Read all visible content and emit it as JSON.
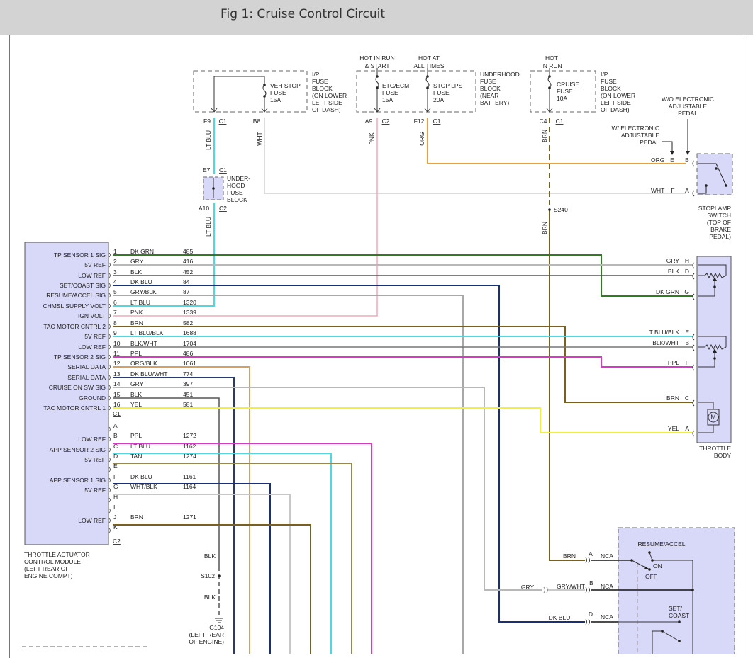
{
  "header": {
    "title": "Fig 1: Cruise Control Circuit"
  },
  "colors": {
    "DK GRN": "#2e7d1e",
    "GRY": "#b8b8b8",
    "BLK": "#555555",
    "DK BLU": "#1a2f7a",
    "GRY/BLK": "#a8a8a8",
    "LT BLU": "#4fd8e0",
    "PNK": "#f0a8b8",
    "BRN": "#7a6020",
    "LT BLU/BLK": "#4fd8e0",
    "BLK/WHT": "#777777",
    "PPL": "#d838c8",
    "ORG/BLK": "#d8a060",
    "DK BLU/WHT": "#2a3a70",
    "YEL": "#f0f040",
    "TAN": "#988850",
    "WHT/BLK": "#c8c8c8",
    "ORG": "#e8a040",
    "WHT": "#d0d0d0",
    "component_fill": "#d8d8f8"
  },
  "fuse_blocks": [
    {
      "name": "I/P FUSE BLOCK",
      "label": [
        "I/P",
        "FUSE",
        "BLOCK",
        "(ON LOWER",
        "LEFT SIDE",
        "OF DASH)"
      ],
      "fuses": [
        {
          "label": [
            "VEH STOP",
            "FUSE",
            "15A"
          ]
        }
      ],
      "pins": [
        {
          "pin": "F9",
          "conn": "C1"
        },
        {
          "pin": "B8",
          "conn": ""
        }
      ]
    },
    {
      "name": "UNDERHOOD FUSE BLOCK",
      "label": [
        "UNDERHOOD",
        "FUSE",
        "BLOCK",
        "(NEAR",
        "BATTERY)"
      ],
      "fuses": [
        {
          "hot": [
            "HOT IN RUN",
            "& START"
          ],
          "label": [
            "ETC/ECM",
            "FUSE",
            "15A"
          ]
        },
        {
          "hot": [
            "HOT AT",
            "ALL TIMES"
          ],
          "label": [
            "STOP LPS",
            "FUSE",
            "20A"
          ]
        }
      ],
      "pins": [
        {
          "pin": "A9",
          "conn": "C2"
        },
        {
          "pin": "F12",
          "conn": "C1"
        }
      ]
    },
    {
      "name": "I/P FUSE BLOCK 2",
      "label": [
        "I/P",
        "FUSE",
        "BLOCK",
        "(ON LOWER",
        "LEFT SIDE",
        "OF DASH)"
      ],
      "fuses": [
        {
          "hot": [
            "HOT",
            "IN RUN"
          ],
          "label": [
            "CRUISE",
            "FUSE",
            "10A"
          ]
        }
      ],
      "pins": [
        {
          "pin": "C4",
          "conn": "C1"
        }
      ]
    }
  ],
  "underhood_block_small": {
    "label": [
      "UNDER-",
      "HOOD",
      "FUSE",
      "BLOCK"
    ],
    "top_pin": "E7",
    "top_conn": "C1",
    "bottom_pin": "A10",
    "bottom_conn": "C2"
  },
  "vertical_wire_labels": {
    "lt_blu_top": "LT BLU",
    "wht": "WHT",
    "pnk": "PNK",
    "org": "ORG",
    "brn_top": "BRN",
    "lt_blu_bottom": "LT BLU",
    "brn_bottom": "BRN"
  },
  "splices": {
    "s240": "S240",
    "s102": "S102",
    "g104": [
      "G104",
      "(LEFT REAR",
      "OF ENGINE)"
    ],
    "blk1": "BLK",
    "blk2": "BLK"
  },
  "pedal_notes": {
    "wo": [
      "W/O ELECTRONIC",
      "ADJUSTABLE",
      "PEDAL"
    ],
    "w": [
      "W/ ELECTRONIC",
      "ADJUSTABLE",
      "PEDAL"
    ]
  },
  "stoplamp_switch": {
    "label": [
      "STOPLAMP",
      "SWITCH",
      "(TOP OF",
      "BRAKE",
      "PEDAL)"
    ],
    "wires": [
      {
        "color": "ORG",
        "pin_w": "E",
        "pin_wo": "B"
      },
      {
        "color": "WHT",
        "pin_w": "F",
        "pin_wo": "A"
      }
    ]
  },
  "tacm": {
    "label": [
      "THROTTLE ACTUATOR",
      "CONTROL MODULE",
      "(LEFT REAR OF",
      "ENGINE COMPT)"
    ],
    "c1_label": "C1",
    "c2_label": "C2",
    "c1": [
      {
        "pin": "1",
        "func": "TP SENSOR 1 SIG",
        "color": "DK GRN",
        "circuit": "485"
      },
      {
        "pin": "2",
        "func": "5V REF",
        "color": "GRY",
        "circuit": "416"
      },
      {
        "pin": "3",
        "func": "LOW REF",
        "color": "BLK",
        "circuit": "452"
      },
      {
        "pin": "4",
        "func": "SET/COAST SIG",
        "color": "DK BLU",
        "circuit": "84"
      },
      {
        "pin": "5",
        "func": "RESUME/ACCEL SIG",
        "color": "GRY/BLK",
        "circuit": "87"
      },
      {
        "pin": "6",
        "func": "CHMSL SUPPLY VOLT",
        "color": "LT BLU",
        "circuit": "1320"
      },
      {
        "pin": "7",
        "func": "IGN VOLT",
        "color": "PNK",
        "circuit": "1339"
      },
      {
        "pin": "8",
        "func": "TAC MOTOR CNTRL 2",
        "color": "BRN",
        "circuit": "582"
      },
      {
        "pin": "9",
        "func": "5V REF",
        "color": "LT BLU/BLK",
        "circuit": "1688"
      },
      {
        "pin": "10",
        "func": "LOW REF",
        "color": "BLK/WHT",
        "circuit": "1704"
      },
      {
        "pin": "11",
        "func": "TP SENSOR 2 SIG",
        "color": "PPL",
        "circuit": "486"
      },
      {
        "pin": "12",
        "func": "SERIAL DATA",
        "color": "ORG/BLK",
        "circuit": "1061"
      },
      {
        "pin": "13",
        "func": "SERIAL DATA",
        "color": "DK BLU/WHT",
        "circuit": "774"
      },
      {
        "pin": "14",
        "func": "CRUISE ON SW SIG",
        "color": "GRY",
        "circuit": "397"
      },
      {
        "pin": "15",
        "func": "GROUND",
        "color": "BLK",
        "circuit": "451"
      },
      {
        "pin": "16",
        "func": "TAC MOTOR CNTRL 1",
        "color": "YEL",
        "circuit": "581"
      }
    ],
    "c2": [
      {
        "pin": "A",
        "func": "",
        "color": "",
        "circuit": ""
      },
      {
        "pin": "B",
        "func": "LOW REF",
        "color": "PPL",
        "circuit": "1272"
      },
      {
        "pin": "C",
        "func": "APP SENSOR 2 SIG",
        "color": "LT BLU",
        "circuit": "1162"
      },
      {
        "pin": "D",
        "func": "5V REF",
        "color": "TAN",
        "circuit": "1274"
      },
      {
        "pin": "E",
        "func": "",
        "color": "",
        "circuit": ""
      },
      {
        "pin": "F",
        "func": "APP SENSOR 1 SIG",
        "color": "DK BLU",
        "circuit": "1161"
      },
      {
        "pin": "G",
        "func": "5V REF",
        "color": "WHT/BLK",
        "circuit": "1164"
      },
      {
        "pin": "H",
        "func": "",
        "color": "",
        "circuit": ""
      },
      {
        "pin": "I",
        "func": "",
        "color": "",
        "circuit": ""
      },
      {
        "pin": "J",
        "func": "LOW REF",
        "color": "BRN",
        "circuit": "1271"
      },
      {
        "pin": "K",
        "func": "",
        "color": "",
        "circuit": ""
      }
    ]
  },
  "throttle_body": {
    "label": [
      "THROTTLE",
      "BODY"
    ],
    "pins": [
      {
        "color": "GRY",
        "pin": "H"
      },
      {
        "color": "BLK",
        "pin": "D"
      },
      {
        "color": "DK GRN",
        "pin": "G"
      },
      {
        "color": "LT BLU/BLK",
        "pin": "E"
      },
      {
        "color": "BLK/WHT",
        "pin": "B"
      },
      {
        "color": "PPL",
        "pin": "F"
      },
      {
        "color": "BRN",
        "pin": "C"
      },
      {
        "color": "YEL",
        "pin": "A"
      }
    ],
    "motor": "M"
  },
  "cruise_switch": {
    "labels": {
      "resume": "RESUME/ACCEL",
      "on": "ON",
      "off": "OFF",
      "set": [
        "SET/",
        "COAST"
      ]
    },
    "wires": [
      {
        "color": "BRN",
        "pin": "A",
        "nca": "NCA"
      },
      {
        "color_left": "GRY",
        "color": "GRY/WHT",
        "pin": "B",
        "nca": "NCA"
      },
      {
        "color": "DK BLU",
        "pin": "D",
        "nca": "NCA"
      }
    ]
  }
}
